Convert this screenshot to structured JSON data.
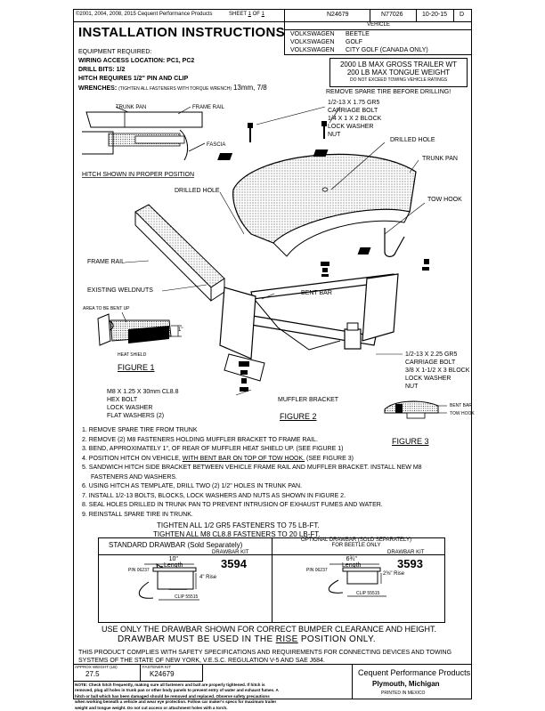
{
  "header": {
    "copyright": "©2001, 2004, 2008, 2015 Cequent Performance Products",
    "sheet_label": "SHEET",
    "sheet_num": "1",
    "sheet_of": "OF",
    "sheet_total": "1",
    "part_no": "N24679",
    "drawing_no": "N77026",
    "date": "10-20-15",
    "rev": "D"
  },
  "title": "INSTALLATION INSTRUCTIONS",
  "vehicle": {
    "label": "VEHICLE",
    "rows": [
      {
        "make": "VOLKSWAGEN",
        "model": "BEETLE"
      },
      {
        "make": "VOLKSWAGEN",
        "model": "GOLF"
      },
      {
        "make": "VOLKSWAGEN",
        "model": "CITY GOLF (CANADA ONLY)"
      }
    ]
  },
  "equipment": {
    "heading": "EQUIPMENT REQUIRED:",
    "wiring": "WIRING ACCESS LOCATION: PC1, PC2",
    "drill": "DRILL BITS: 1/2",
    "hitch": "HITCH REQUIRES 1/2\" PIN AND CLIP",
    "wrenches_label": "WRENCHES:",
    "wrenches_note": "(TIGHTEN ALL FASTENERS WITH TORQUE WRENCH)",
    "wrenches_sizes": "13mm, 7/8"
  },
  "ratings": {
    "line1": "2000 LB MAX GROSS TRAILER WT",
    "line2": "200 LB MAX TONGUE WEIGHT",
    "line3": "DO NOT EXCEED TOWING VEHICLE RATINGS"
  },
  "diagram": {
    "remove_spare": "REMOVE SPARE TIRE BEFORE DRILLING!",
    "bolt1": [
      "1/2-13 X 1.75 GR5",
      "CARRIAGE BOLT",
      "1/4 X 1 X 2 BLOCK",
      "LOCK WASHER",
      "NUT"
    ],
    "drilled_hole_top": "DRILLED HOLE",
    "trunk_pan_right": "TRUNK PAN",
    "tow_hook": "TOW HOOK",
    "drilled_hole_left": "DRILLED HOLE",
    "frame_rail": "FRAME RAIL",
    "existing_weldnuts": "EXISTING WELDNUTS",
    "bent_bar": "BENT BAR",
    "bolt2": [
      "1/2-13 X 2.25 GR5",
      "CARRIAGE BOLT",
      "3/8 X 1-1/2 X 3 BLOCK",
      "LOCK WASHER",
      "NUT"
    ],
    "m8": [
      "M8 X 1.25 X 30mm CL8.8",
      "HEX BOLT",
      "LOCK WASHER",
      "FLAT WASHERS (2)"
    ],
    "muffler_bracket": "MUFFLER BRACKET",
    "figure2": "FIGURE 2",
    "fig1_trunk_pan": "TRUNK PAN",
    "fig1_frame_rail": "FRAME RAIL",
    "fig1_fascia": "FASCIA",
    "fig1_caption": "HITCH SHOWN IN PROPER POSITION",
    "area_bent": "AREA TO BE BENT UP",
    "one_inch": "1\"",
    "heat_shield": "HEAT SHIELD",
    "figure1": "FIGURE 1",
    "fig3_bent_bar": "BENT BAR",
    "fig3_tow_hook": "TOW HOOK",
    "figure3": "FIGURE 3"
  },
  "steps": [
    "1. REMOVE SPARE TIRE FROM TRUNK",
    "2. REMOVE (2) M8 FASTENERS HOLDING MUFFLER BRACKET TO FRAME RAIL.",
    "3. BEND, APPROXIMATELY 1\", OF REAR OF MUFFLER HEAT SHIELD UP. (SEE FIGURE 1)",
    "4. POSITION HITCH ON VEHICLE, WITH BENT BAR ON TOP OF TOW HOOK. (SEE FIGURE 3)",
    "5. SANDWICH HITCH SIDE BRACKET BETWEEN VEHICLE FRAME RAIL AND MUFFLER BRACKET.  INSTALL NEW M8",
    "FASTENERS AND WASHERS.",
    "6. USING HITCH AS TEMPLATE, DRILL TWO (2) 1/2\" HOLES IN TRUNK PAN.",
    "7. INSTALL 1/2-13 BOLTS, BLOCKS, LOCK WASHERS AND NUTS AS SHOWN IN FIGURE 2.",
    "8. SEAL HOLES DRILLED IN TRUNK PAN TO PREVENT INTRUSION OF EXHAUST FUMES AND WATER.",
    "9. REINSTALL SPARE TIRE IN TRUNK."
  ],
  "torque": {
    "line1": "TIGHTEN ALL 1/2 GR5 FASTENERS TO 75 LB-FT.",
    "line2": "TIGHTEN ALL M8 CL8.8 FASTENERS TO 20 LB-FT."
  },
  "drawbar_std": {
    "title": "STANDARD DRAWBAR (Sold Separately)",
    "kit_label": "DRAWBAR KIT",
    "kit_no": "3594",
    "length": "10\"",
    "length_label": "Length",
    "pin": "PIN 06237",
    "rise": "4\" Rise",
    "clip": "CLIP 55515"
  },
  "drawbar_opt": {
    "title1": "OPTIONAL DRAWBAR (SOLD SEPARATELY)",
    "title2": "FOR BEETLE ONLY",
    "kit_label": "DRAWBAR KIT",
    "kit_no": "3593",
    "length": "6¾\"",
    "length_label": "Length",
    "pin": "PIN 06237",
    "rise": "2⅜\" Rise",
    "clip": "CLIP 55515"
  },
  "notice": {
    "line1": "USE ONLY THE DRAWBAR SHOWN FOR CORRECT BUMPER CLEARANCE AND HEIGHT.",
    "line2": "DRAWBAR MUST BE USED IN THE RISE POSITION ONLY."
  },
  "compliance": [
    "THIS PRODUCT COMPLIES WITH SAFETY SPECIFICATIONS AND REQUIREMENTS FOR CONNECTING DEVICES AND TOWING",
    "SYSTEMS OF THE STATE OF NEW YORK, V.E.S.C. REGULATION V-5 AND SAE J684."
  ],
  "footer": {
    "weight_label": "APPROX WEIGHT (LB)",
    "weight": "27.5",
    "fastener_label": "FASTENER KIT",
    "fastener": "K24679",
    "note": [
      "NOTE: Check hitch frequently, making sure all fasteners and ball are properly tightened. If hitch is",
      "removed, plug all holes in trunk pan or other body panels to prevent entry of water and exhaust fumes. A",
      "hitch or ball which has been damaged should be removed and replaced. Observe safety precautions",
      "when working beneath a vehicle and wear eye protection. Follow car maker's specs for maximum trailer",
      "weight and tongue weight. Do not cut access or attachment holes with a torch."
    ],
    "company": "Cequent Performance Products",
    "city": "Plymouth, Michigan",
    "printed": "PRINTED IN MEXICO"
  }
}
